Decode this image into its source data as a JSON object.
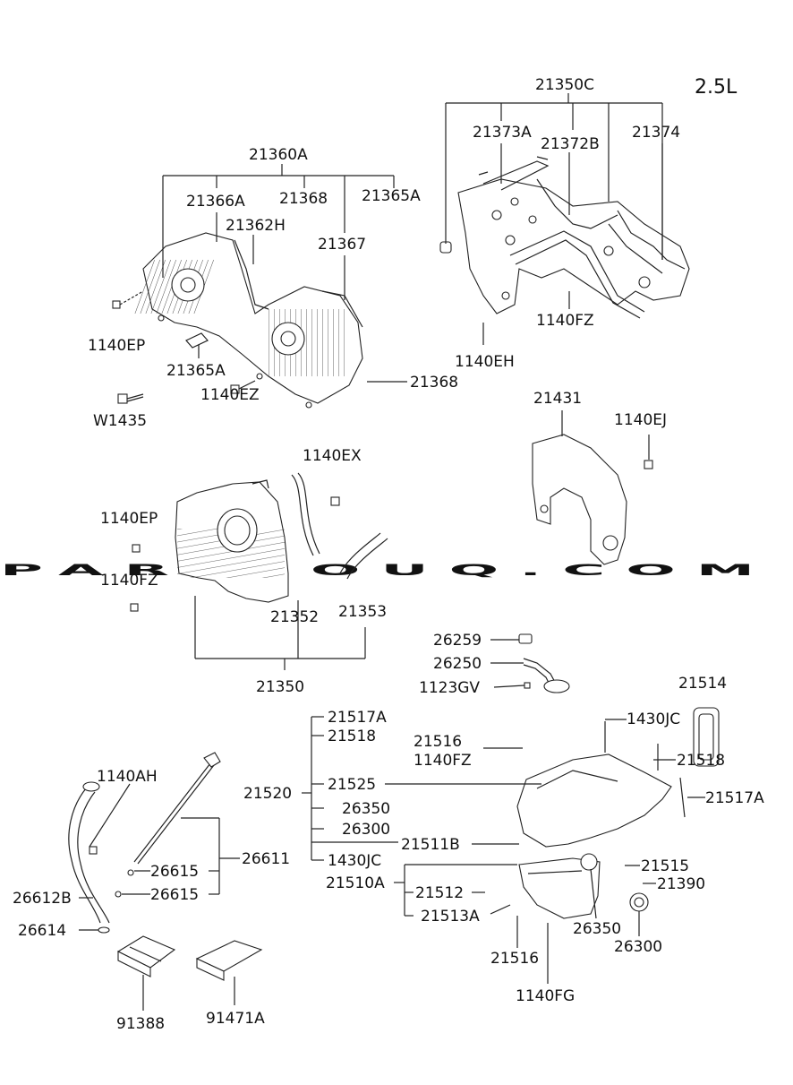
{
  "variant": "2.5L",
  "watermark": "PARTSOUQ.COM",
  "labels": [
    "21350C",
    "21373A",
    "21372B",
    "21374",
    "1140FZ",
    "1140EH",
    "21360A",
    "21366A",
    "21368",
    "21365A",
    "21362H",
    "21367",
    "1140EP",
    "21365A",
    "21368",
    "1140EZ",
    "W1435",
    "21431",
    "1140EJ",
    "1140EX",
    "1140EP",
    "1140FZ",
    "21352",
    "21353",
    "21350",
    "26259",
    "26250",
    "1123GV",
    "21514",
    "1430JC",
    "21517A",
    "21518",
    "21516",
    "1140FZ",
    "21518",
    "21520",
    "21525",
    "21517A",
    "26350",
    "26300",
    "21511B",
    "1430JC",
    "21515",
    "21510A",
    "21390",
    "21512",
    "21513A",
    "26350",
    "26300",
    "21516",
    "1140FG",
    "1140AH",
    "26611",
    "26615",
    "26615",
    "26612B",
    "26614",
    "91388",
    "91471A"
  ]
}
